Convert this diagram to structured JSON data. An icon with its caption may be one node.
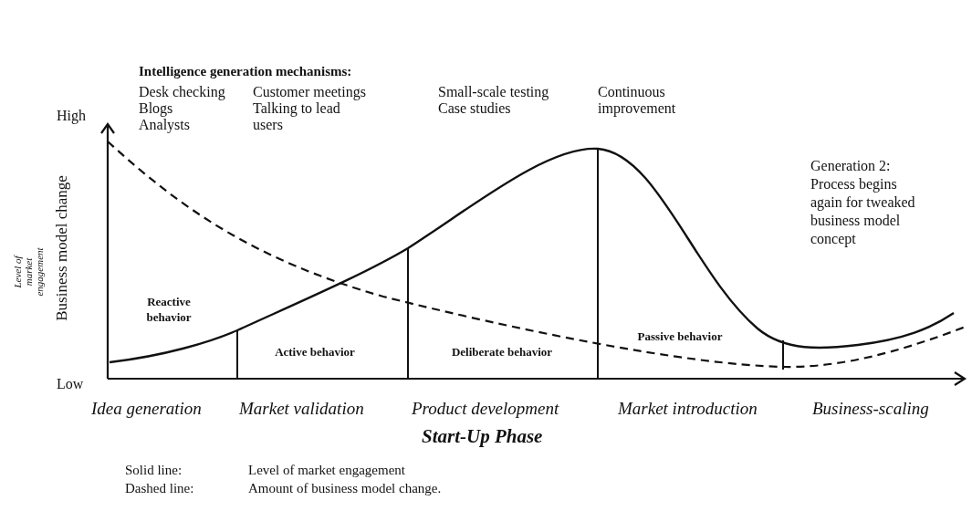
{
  "diagram": {
    "labels": [
      "Intelligence generation mechanisms:",
      "Desk checking",
      "Blogs",
      "Analysts",
      "Customer meetings",
      "Talking to lead users",
      "Small-scale testing",
      "Case studies",
      "Continuous improvement",
      "High",
      "Level of market engagement",
      "Business model change",
      "Low",
      "Reactive behavior",
      "Active behavior",
      "Deliberate behavior",
      "Passive behavior",
      "Generation 2: Process begins again for tweaked business model concept",
      "Idea generation",
      "Market validation",
      "Product development",
      "Market introduction",
      "Business-scaling",
      "Start-Up Phase",
      "Solid line:",
      "Level of market engagement",
      "Dashed line:",
      "Amount of business model change."
    ]
  }
}
